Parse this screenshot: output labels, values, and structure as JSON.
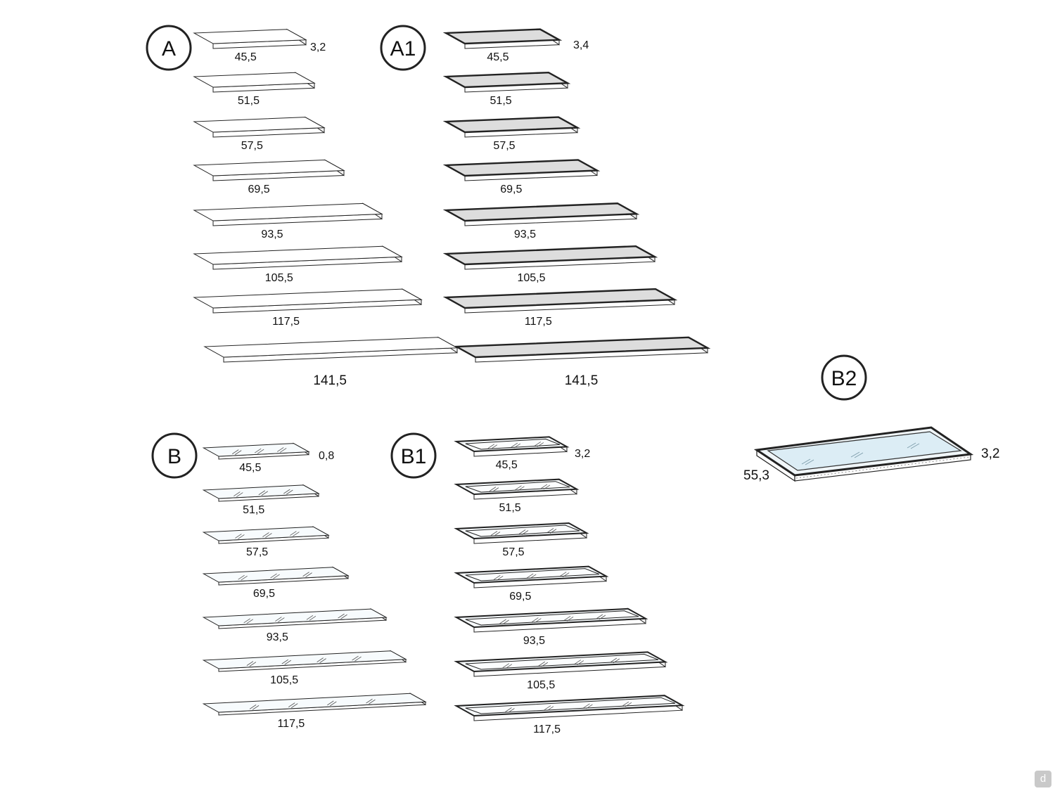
{
  "groups": [
    {
      "id": "A",
      "label": "A",
      "thickness": "3,2",
      "style": "plain",
      "sizes": [
        "45,5",
        "51,5",
        "57,5",
        "69,5",
        "93,5",
        "105,5",
        "117,5",
        "141,5"
      ]
    },
    {
      "id": "A1",
      "label": "A1",
      "thickness": "3,4",
      "style": "framed",
      "sizes": [
        "45,5",
        "51,5",
        "57,5",
        "69,5",
        "93,5",
        "105,5",
        "117,5",
        "141,5"
      ]
    },
    {
      "id": "B",
      "label": "B",
      "thickness": "0,8",
      "style": "glass",
      "sizes": [
        "45,5",
        "51,5",
        "57,5",
        "69,5",
        "93,5",
        "105,5",
        "117,5"
      ]
    },
    {
      "id": "B1",
      "label": "B1",
      "thickness": "3,2",
      "style": "glass-framed",
      "sizes": [
        "45,5",
        "51,5",
        "57,5",
        "69,5",
        "93,5",
        "105,5",
        "117,5"
      ]
    },
    {
      "id": "B2",
      "label": "B2",
      "thickness": "3,2",
      "depth": "55,3",
      "style": "glass-tray"
    }
  ],
  "colors": {
    "outline": "#222222",
    "top_fill_plain": "#ffffff",
    "top_fill_framed": "#dddddd",
    "glass_fill": "#dcedf5",
    "badge": "#c9c9c9"
  },
  "corner_badge": "d"
}
